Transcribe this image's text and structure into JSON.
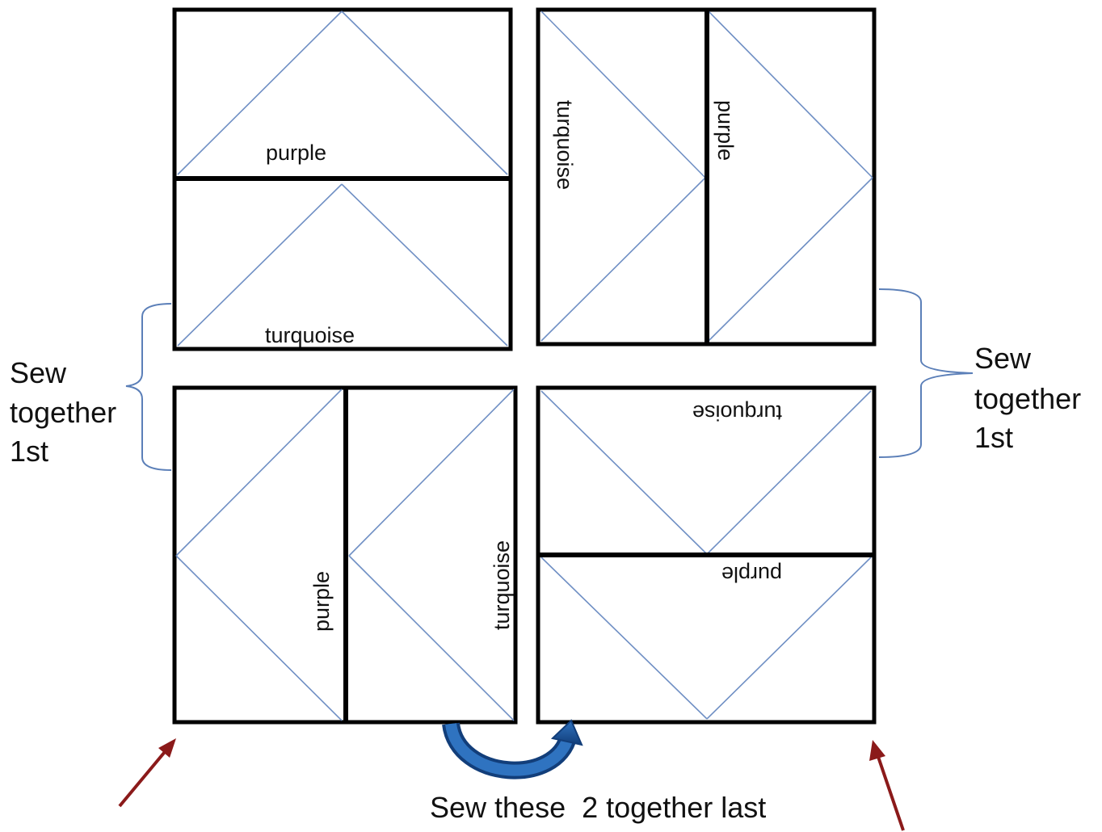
{
  "blocks": {
    "top_left": {
      "upper_label": "purple",
      "lower_label": "turquoise"
    },
    "top_right": {
      "left_label": "turquoise",
      "right_label": "purple"
    },
    "bottom_left": {
      "left_label": "purple",
      "right_label": "turquoise"
    },
    "bottom_right": {
      "upper_label": "turquoise",
      "lower_label": "purple"
    }
  },
  "notes": {
    "left": [
      "Sew",
      "together",
      "1st"
    ],
    "right": [
      "Sew",
      "together",
      "1st"
    ],
    "bottom": "Sew these  2 together last"
  },
  "colors": {
    "seam": "#6f8fc4",
    "bracket": "#5b7fb8",
    "curved_arrow": "#1f5aa0",
    "pointer_arrows": "#8b1a1a"
  }
}
